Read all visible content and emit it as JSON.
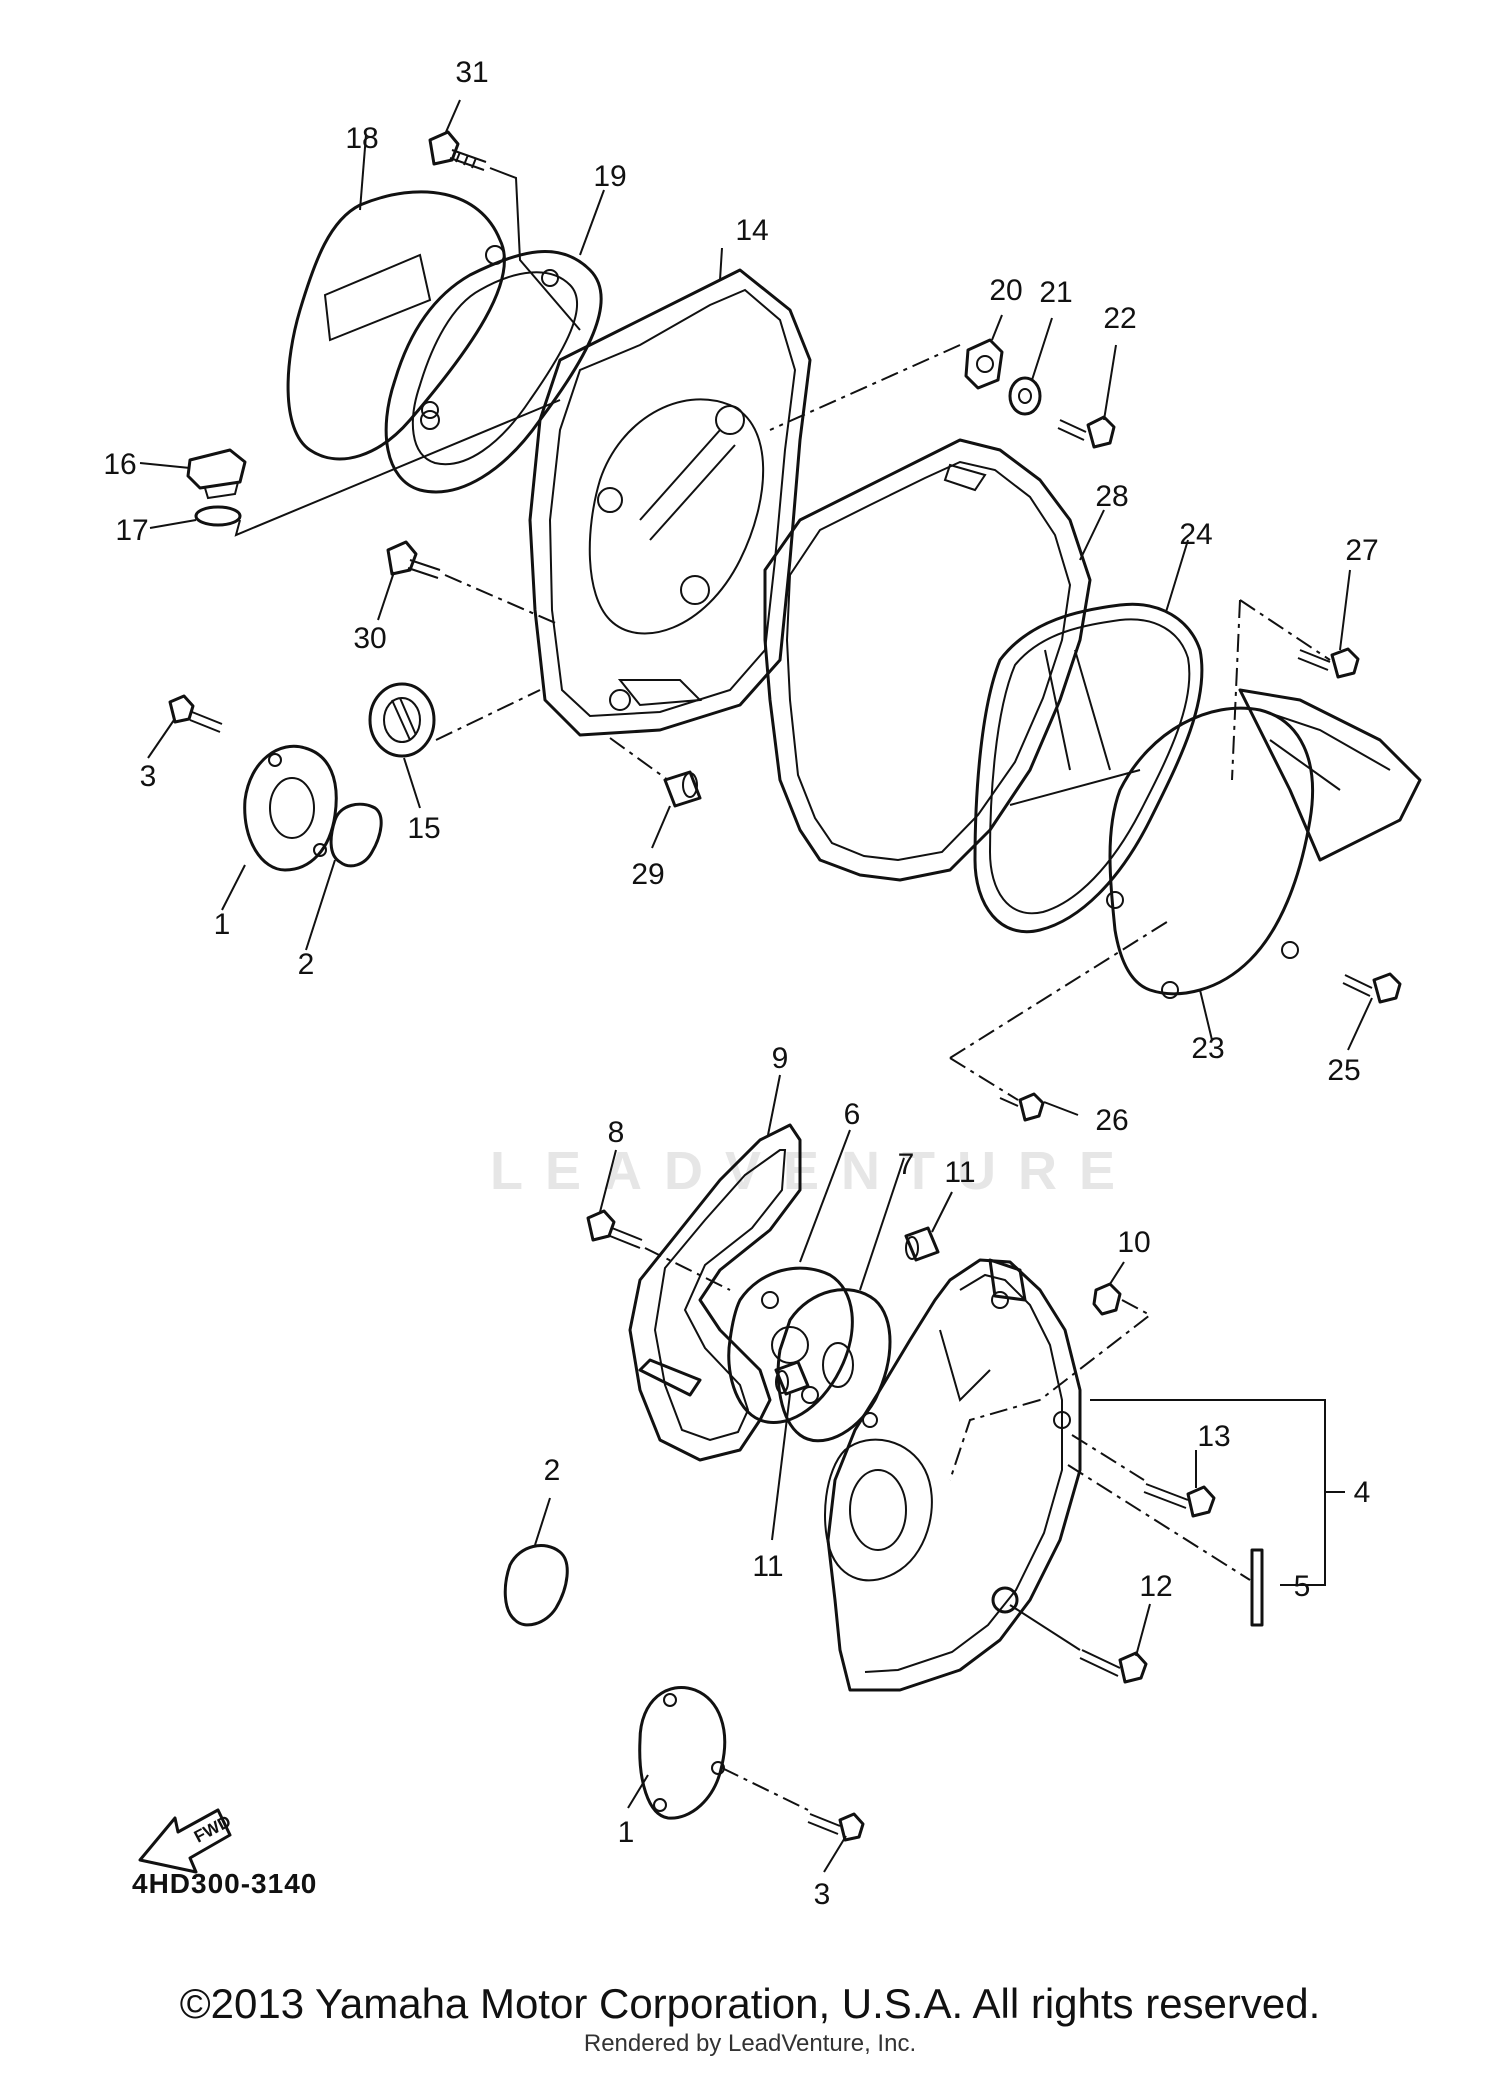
{
  "diagram": {
    "ref_code": "4HD300-3140",
    "copyright": "©2013 Yamaha Motor Corporation, U.S.A. All rights reserved.",
    "rendered_by": "Rendered by LeadVenture, Inc.",
    "watermark": "LEADVENTURE",
    "fwd_label": "FWD",
    "callouts": [
      {
        "id": "c31",
        "text": "31"
      },
      {
        "id": "c18",
        "text": "18"
      },
      {
        "id": "c19",
        "text": "19"
      },
      {
        "id": "c14",
        "text": "14"
      },
      {
        "id": "c20",
        "text": "20"
      },
      {
        "id": "c21",
        "text": "21"
      },
      {
        "id": "c22",
        "text": "22"
      },
      {
        "id": "c16",
        "text": "16"
      },
      {
        "id": "c17",
        "text": "17"
      },
      {
        "id": "c28",
        "text": "28"
      },
      {
        "id": "c24",
        "text": "24"
      },
      {
        "id": "c27",
        "text": "27"
      },
      {
        "id": "c30",
        "text": "30"
      },
      {
        "id": "c3a",
        "text": "3"
      },
      {
        "id": "c15",
        "text": "15"
      },
      {
        "id": "c29",
        "text": "29"
      },
      {
        "id": "c1a",
        "text": "1"
      },
      {
        "id": "c2a",
        "text": "2"
      },
      {
        "id": "c23",
        "text": "23"
      },
      {
        "id": "c25",
        "text": "25"
      },
      {
        "id": "c9",
        "text": "9"
      },
      {
        "id": "c8",
        "text": "8"
      },
      {
        "id": "c6",
        "text": "6"
      },
      {
        "id": "c7",
        "text": "7"
      },
      {
        "id": "c11a",
        "text": "11"
      },
      {
        "id": "c10",
        "text": "10"
      },
      {
        "id": "c26",
        "text": "26"
      },
      {
        "id": "c13",
        "text": "13"
      },
      {
        "id": "c4",
        "text": "4"
      },
      {
        "id": "c2b",
        "text": "2"
      },
      {
        "id": "c11b",
        "text": "11"
      },
      {
        "id": "c5",
        "text": "5"
      },
      {
        "id": "c12",
        "text": "12"
      },
      {
        "id": "c1b",
        "text": "1"
      },
      {
        "id": "c3b",
        "text": "3"
      }
    ]
  }
}
